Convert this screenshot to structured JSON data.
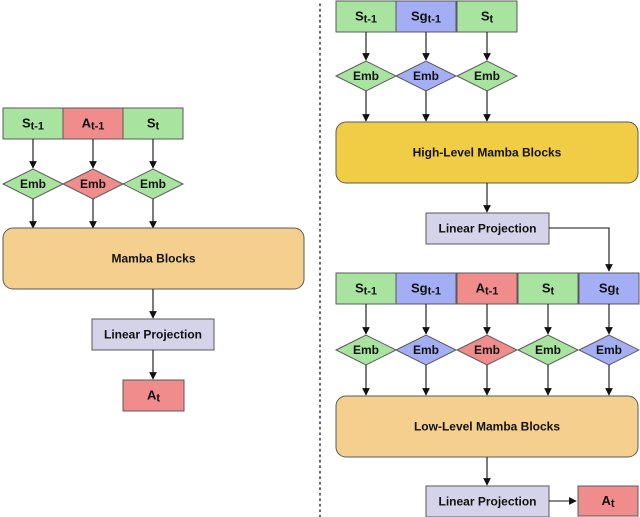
{
  "colors": {
    "green": "#a8e4a0",
    "red": "#f08c8c",
    "blue": "#a4aef4",
    "mamba_left": "#f4cf8e",
    "mamba_high": "#f1cd45",
    "mamba_low": "#f4cf8e",
    "proj": "#d5d3ea",
    "stroke": "#444444"
  },
  "icons": [
    "arrow-head",
    "dotted-divider"
  ],
  "left": {
    "inputs": [
      {
        "base": "S",
        "sub": "t-1",
        "color": "green"
      },
      {
        "base": "A",
        "sub": "t-1",
        "color": "red"
      },
      {
        "base": "S",
        "sub": "t",
        "color": "green"
      }
    ],
    "emb": [
      {
        "label": "Emb",
        "color": "green"
      },
      {
        "label": "Emb",
        "color": "red"
      },
      {
        "label": "Emb",
        "color": "green"
      }
    ],
    "mamba_label": "Mamba Blocks",
    "proj_label": "Linear Projection",
    "output": {
      "base": "A",
      "sub": "t"
    }
  },
  "right": {
    "high_inputs": [
      {
        "base": "S",
        "sub": "t-1",
        "color": "green"
      },
      {
        "base": "Sg",
        "sub": "t-1",
        "color": "blue"
      },
      {
        "base": "S",
        "sub": "t",
        "color": "green"
      }
    ],
    "high_emb": [
      {
        "label": "Emb",
        "color": "green"
      },
      {
        "label": "Emb",
        "color": "blue"
      },
      {
        "label": "Emb",
        "color": "green"
      }
    ],
    "high_label": "High-Level Mamba Blocks",
    "proj1_label": "Linear Projection",
    "low_inputs": [
      {
        "base": "S",
        "sub": "t-1",
        "color": "green"
      },
      {
        "base": "Sg",
        "sub": "t-1",
        "color": "blue"
      },
      {
        "base": "A",
        "sub": "t-1",
        "color": "red"
      },
      {
        "base": "S",
        "sub": "t",
        "color": "green"
      },
      {
        "base": "Sg",
        "sub": "t",
        "color": "blue"
      }
    ],
    "low_emb": [
      {
        "label": "Emb",
        "color": "green"
      },
      {
        "label": "Emb",
        "color": "blue"
      },
      {
        "label": "Emb",
        "color": "red"
      },
      {
        "label": "Emb",
        "color": "green"
      },
      {
        "label": "Emb",
        "color": "blue"
      }
    ],
    "low_label": "Low-Level Mamba Blocks",
    "proj2_label": "Linear Projection",
    "output": {
      "base": "A",
      "sub": "t"
    }
  }
}
